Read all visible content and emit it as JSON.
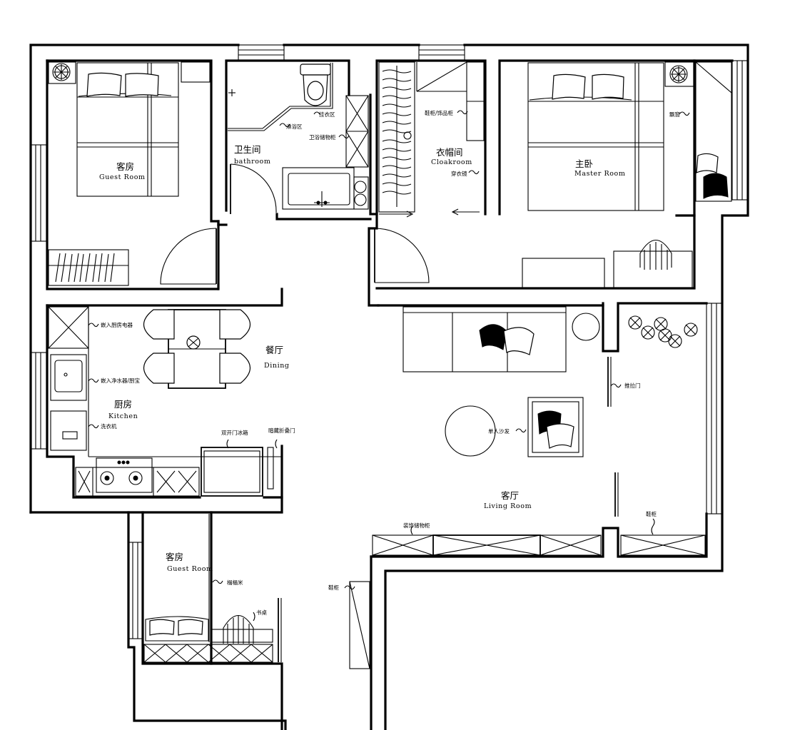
{
  "rooms": {
    "guest_room_top": {
      "zh": "客房",
      "en": "Guest Room"
    },
    "bathroom": {
      "zh": "卫生间",
      "en": "bathroom"
    },
    "cloakroom": {
      "zh": "衣帽间",
      "en": "Cloakroom"
    },
    "master_room": {
      "zh": "主卧",
      "en": "Master Room"
    },
    "dining": {
      "zh": "餐厅",
      "en": "Dining"
    },
    "kitchen": {
      "zh": "厨房",
      "en": "Kitchen"
    },
    "living_room": {
      "zh": "客厅",
      "en": "Living Room"
    },
    "guest_room_bottom": {
      "zh": "客房",
      "en": "Guest Room"
    }
  },
  "notes": {
    "shower_area": "淋浴区",
    "towel_rack": "挂衣区",
    "bath_storage": "卫浴储物柜",
    "shoe_cabinet_decor": "鞋柜/饰品柜",
    "wardrobe_mirror": "穿衣镜",
    "bay_window": "飘窗",
    "built_in_appliances": "嵌入厨房电器",
    "water_purifier": "嵌入净水器/厨宝",
    "washing_machine": "洗衣机",
    "double_fridge": "双开门冰箱",
    "hidden_door": "暗藏折叠门",
    "sliding_door": "推拉门",
    "single_sofa": "单人沙发",
    "tatami": "榻榻米",
    "decor_storage": "装饰储物柜",
    "shoe_cabinet": "鞋柜",
    "shoe_cabinet_entry": "鞋柜",
    "desk": "书桌"
  }
}
